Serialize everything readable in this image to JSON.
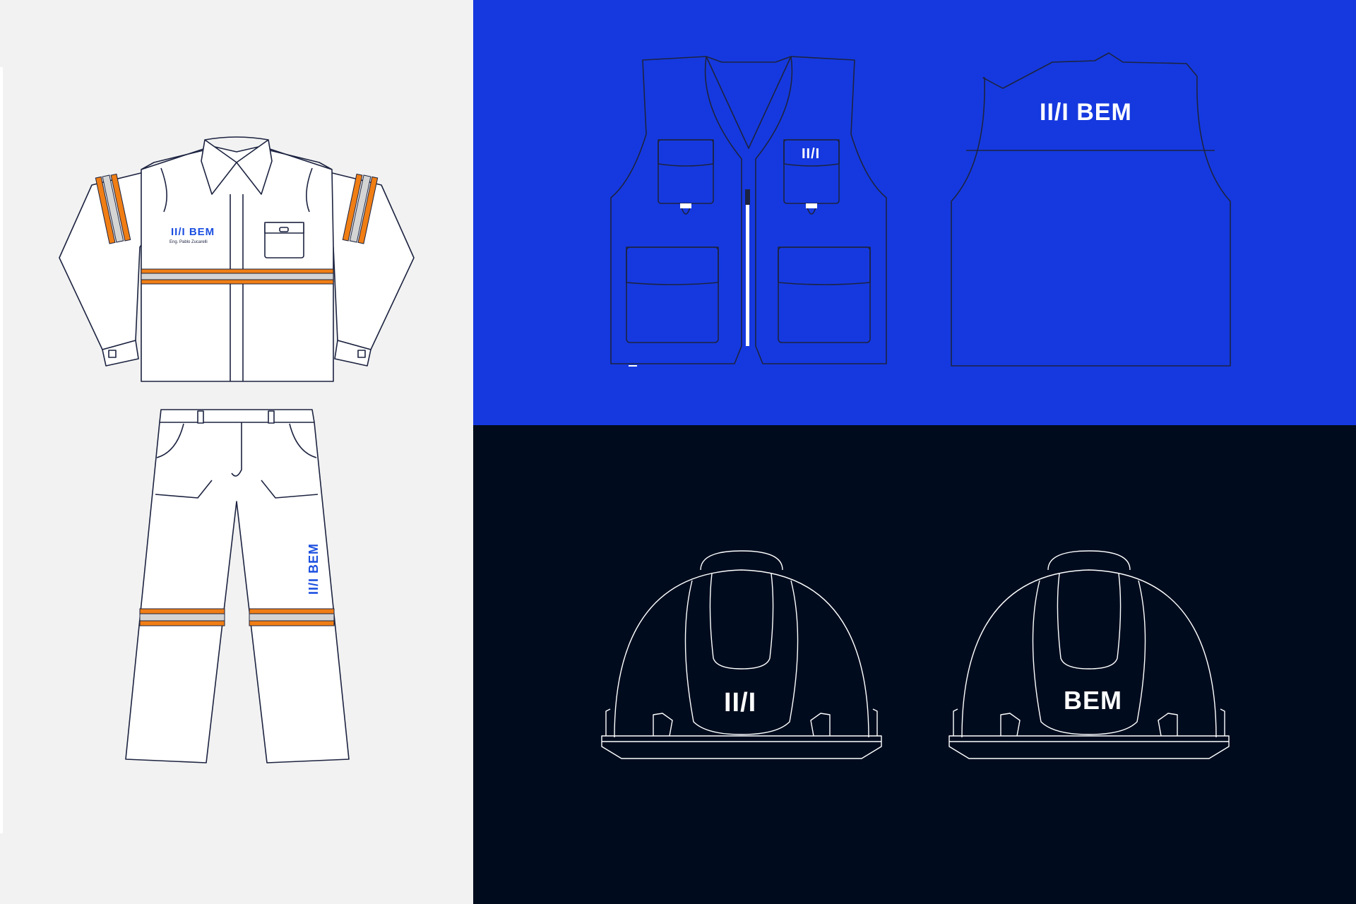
{
  "colors": {
    "light_bg": "#f2f2f2",
    "blue_bg": "#1539df",
    "dark_bg": "#000c1e",
    "line_dark": "#1c2340",
    "line_white": "#ffffff",
    "brand_blue": "#1b4fe0",
    "reflective_orange": "#f07e14",
    "reflective_silver": "#d4d4d4"
  },
  "uniform": {
    "shirt_logo": "II/I BEM",
    "shirt_name": "Eng. Pablo Zucarelli",
    "pants_logo": "II/I BEM"
  },
  "vest": {
    "front_logo": "II/I",
    "back_logo": "II/I BEM"
  },
  "helmets": {
    "left_logo": "II/I",
    "right_logo": "BEM"
  },
  "icons": [
    "brand-mark-icon"
  ]
}
